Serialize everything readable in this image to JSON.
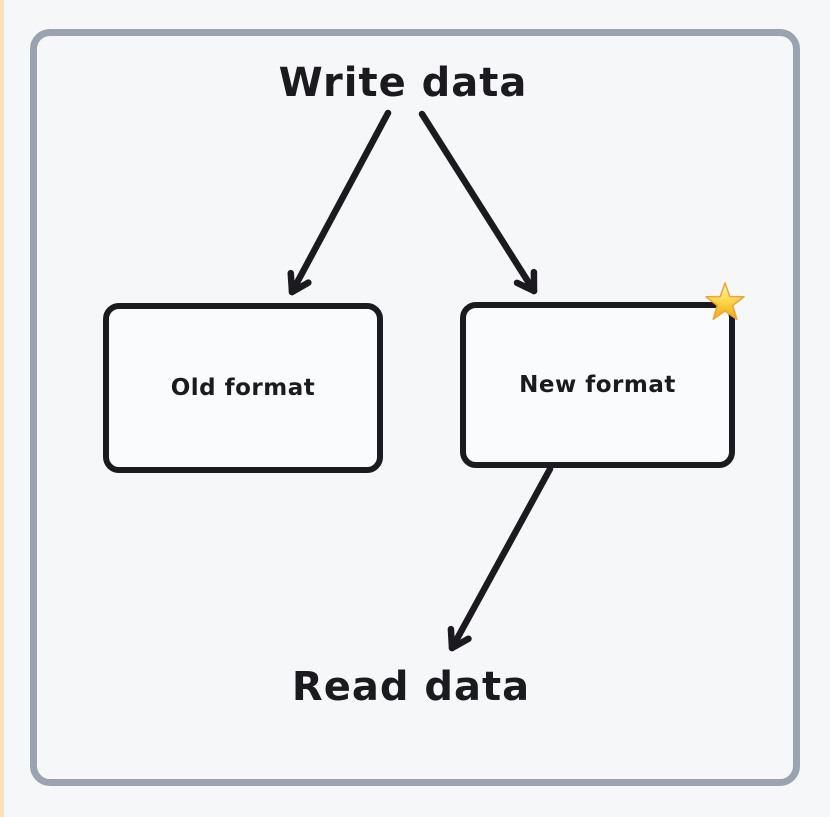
{
  "labels": {
    "write": "Write data",
    "read": "Read data"
  },
  "nodes": [
    {
      "id": "old-format",
      "label": "Old format"
    },
    {
      "id": "new-format",
      "label": "New format",
      "badge_icon": "star-emoji"
    }
  ],
  "edges": [
    {
      "from": "Write data",
      "to": "Old format"
    },
    {
      "from": "Write data",
      "to": "New format"
    },
    {
      "from": "New format",
      "to": "Read data"
    }
  ],
  "colors": {
    "bg": "#f6f7f9",
    "strip": "#f9e3bd",
    "frame": "#9aa3ae",
    "ink": "#1b1b1f",
    "node-fill": "#fafbfc",
    "star-light": "#fff7c2",
    "star-mid": "#ffd23e",
    "star-deep": "#f2a51f",
    "star-stroke": "#e9a63a"
  }
}
